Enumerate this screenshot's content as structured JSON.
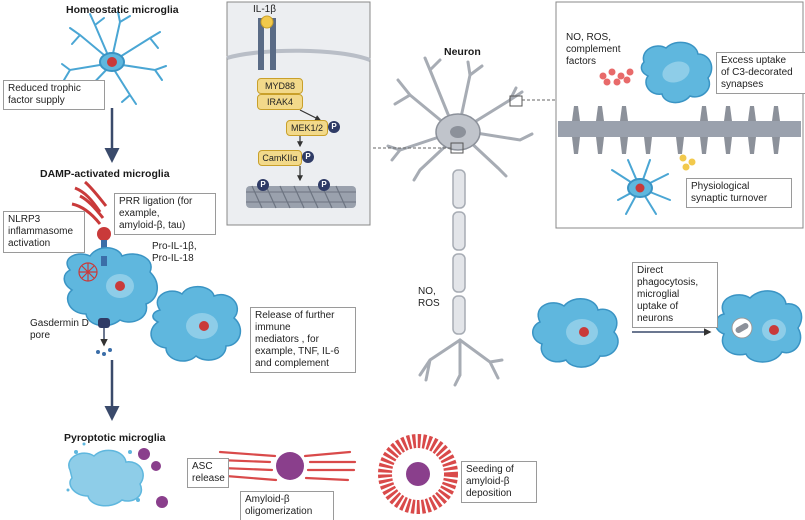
{
  "left": {
    "homeostatic_title": "Homeostatic microglia",
    "trophic_label": "Reduced trophic\nfactor supply",
    "damp_title": "DAMP-activated microglia",
    "prr_label": "PRR ligation (for\nexample,\namyloid-β, tau)",
    "nlrp3_label": "NLRP3\ninflammasome\nactivation",
    "prop_label": "Pro-IL-1β,\nPro-IL-18",
    "gasdermin_label": "Gasdermin D\npore",
    "release_label": "Release of further\nimmune\nmediators , for\nexample, TNF, IL-6\nand complement",
    "pyroptotic_title": "Pyroptotic microglia",
    "asc_label": "ASC\nrelease",
    "oligo_label": "Amyloid-β\noligomerization",
    "seeding_label": "Seeding of\namyloid-β\ndeposition"
  },
  "signaling": {
    "il1b": "IL-1β",
    "myd88": "MYD88",
    "irak4": "IRAK4",
    "mek": "MEK1/2",
    "camk": "CamKIIα",
    "p": "P"
  },
  "center": {
    "neuron_label": "Neuron",
    "no_ros_label": "NO,\nROS"
  },
  "right": {
    "factors_label": "NO, ROS,\ncomplement\nfactors",
    "excess_label": "Excess uptake\nof C3-decorated\nsynapses",
    "turnover_label": "Physiological\nsynaptic turnover",
    "phago_label": "Direct\nphagocytosis,\nmicroglial\nuptake of\nneurons"
  },
  "colors": {
    "microglia_fill": "#5fb7de",
    "microglia_body": "#8ecde8",
    "nucleus": "#c93a3a",
    "arrow": "#3a4a6b",
    "amyloid": "#d94a4a",
    "purple": "#8a3f8c",
    "neuron": "#a7acb4",
    "panel_bg": "#eceef1",
    "pill_yellow": "#f2d98a"
  }
}
